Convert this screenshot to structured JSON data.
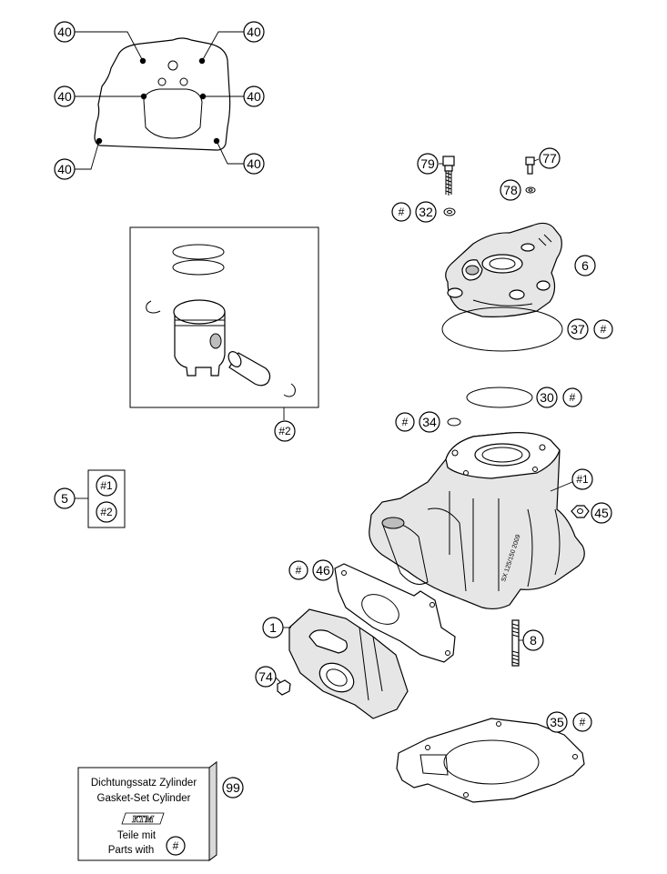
{
  "callouts": {
    "c40a": "40",
    "c40b": "40",
    "c40c": "40",
    "c40d": "40",
    "c40e": "40",
    "c40f": "40",
    "c79": "79",
    "c77": "77",
    "c78": "78",
    "c32": "32",
    "c32hash": "#",
    "c6": "6",
    "c37": "37",
    "c37hash": "#",
    "c30": "30",
    "c30hash": "#",
    "c34": "34",
    "c34hash": "#",
    "c1hash": "#1",
    "c45": "45",
    "c46": "46",
    "c46hash": "#",
    "c1": "1",
    "c8": "8",
    "c74": "74",
    "c35": "35",
    "c35hash": "#",
    "c2hash": "#2",
    "c5": "5",
    "c5a": "#1",
    "c5b": "#2",
    "c99": "99"
  },
  "kit_box": {
    "line1": "Dichtungssatz Zylinder",
    "line2": "Gasket-Set Cylinder",
    "logo": "KTM",
    "line3": "Teile mit",
    "line4": "Parts with",
    "hash": "#"
  },
  "cylinder_marking": "SX 125/150 2009"
}
